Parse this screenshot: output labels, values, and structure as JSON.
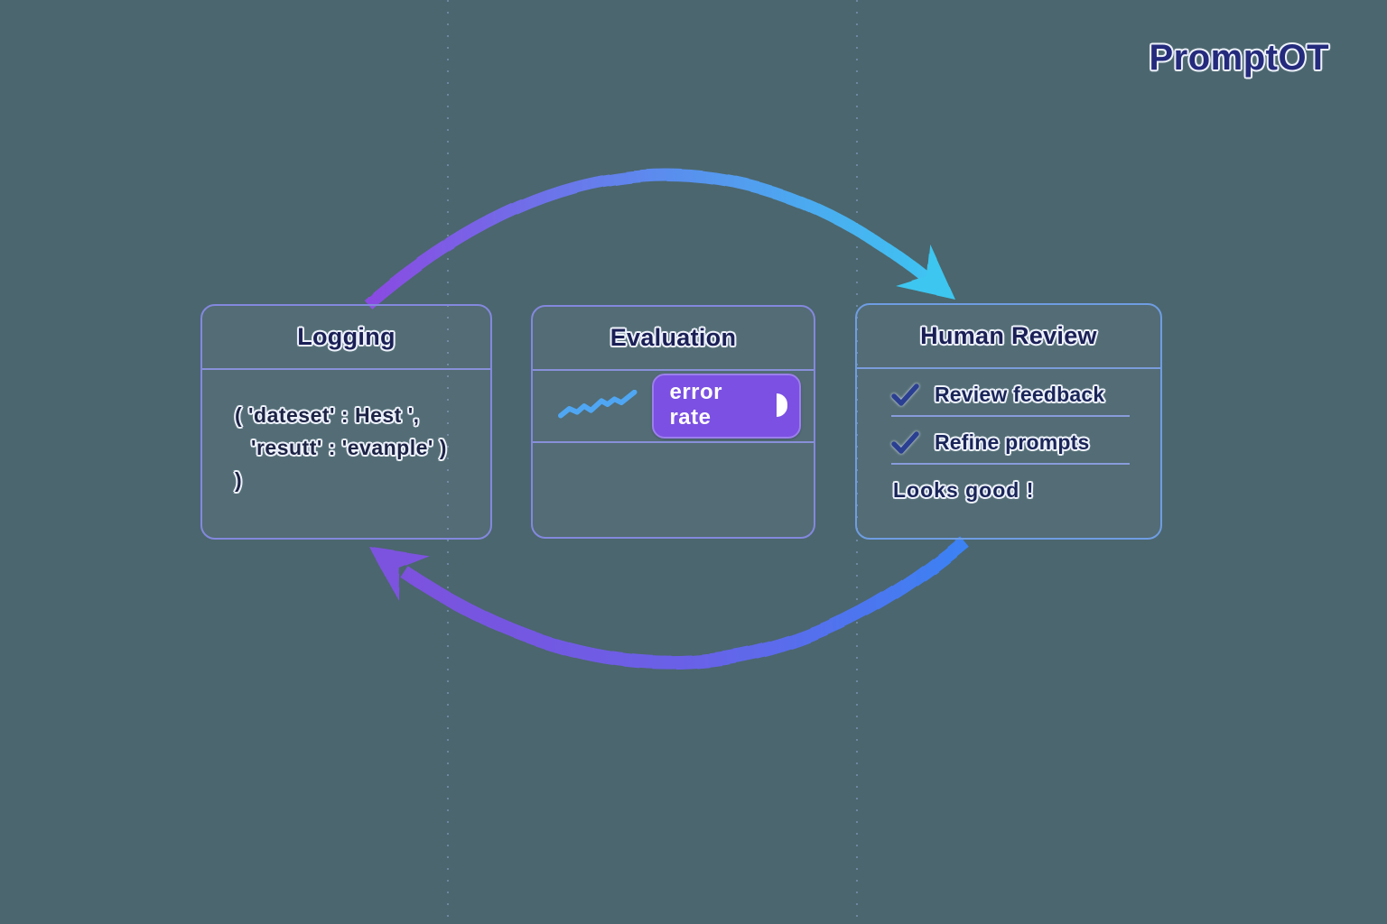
{
  "logo": {
    "text": "PromptOT"
  },
  "cards": {
    "logging": {
      "title": "Logging",
      "code_lines": [
        "( 'dateset' : Hest ',",
        "'resutt' : 'evanple' )",
        ")"
      ]
    },
    "evaluation": {
      "title": "Evaluation",
      "metric_badge": "error rate"
    },
    "human_review": {
      "title": "Human Review",
      "checklist": [
        {
          "label": "Review feedback"
        },
        {
          "label": "Refine prompts"
        }
      ],
      "note": "Looks good !"
    }
  },
  "colors": {
    "background": "#4B666E",
    "card_border_purple": "#8388DD",
    "card_border_blue": "#6F9DE2",
    "title_text": "#1A1F55",
    "badge_purple": "#7B50E2",
    "sparkline_blue": "#4FA6F3",
    "checkmark_blue": "#2B3F92",
    "arrow_purple": "#8A4AE2",
    "arrow_cyan": "#3CC8F2",
    "arrow_blue": "#3B82F4",
    "logo_text": "#242A7C"
  }
}
